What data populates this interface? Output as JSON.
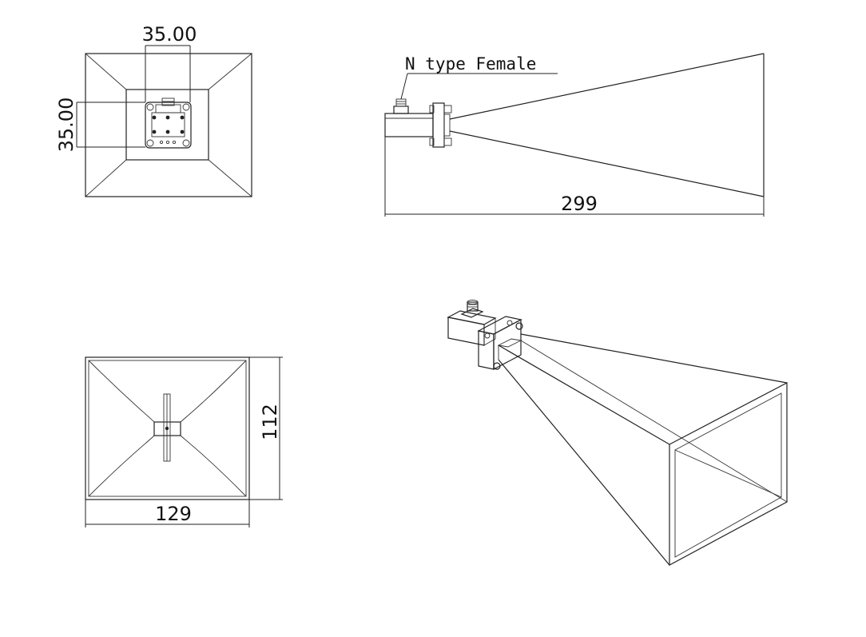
{
  "drawing": {
    "front_view": {
      "width_label": "35.00",
      "height_label": "35.00"
    },
    "side_view": {
      "connector_label": "N type Female",
      "length_label": "299"
    },
    "aperture_view": {
      "width_label": "129",
      "height_label": "112"
    },
    "isometric_view": {}
  }
}
